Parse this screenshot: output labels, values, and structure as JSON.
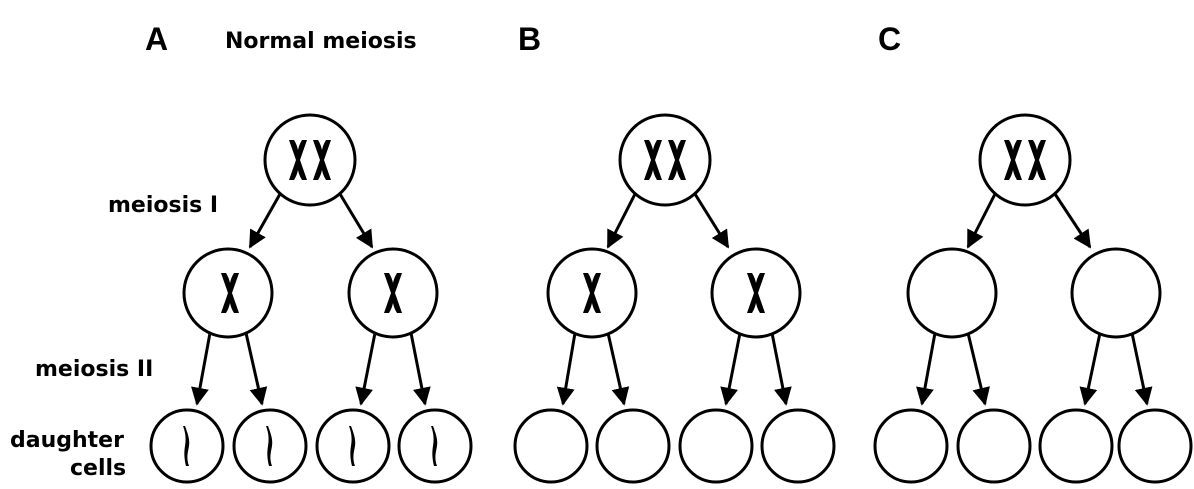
{
  "panels": {
    "a": {
      "letter": "A",
      "title": "Normal meiosis"
    },
    "b": {
      "letter": "B"
    },
    "c": {
      "letter": "C"
    }
  },
  "stage_labels": {
    "meiosis_1": "meiosis I",
    "meiosis_2": "meiosis II",
    "daughter_line1": "daughter",
    "daughter_line2": "cells"
  },
  "colors": {
    "ink": "#000000",
    "background": "#ffffff"
  }
}
